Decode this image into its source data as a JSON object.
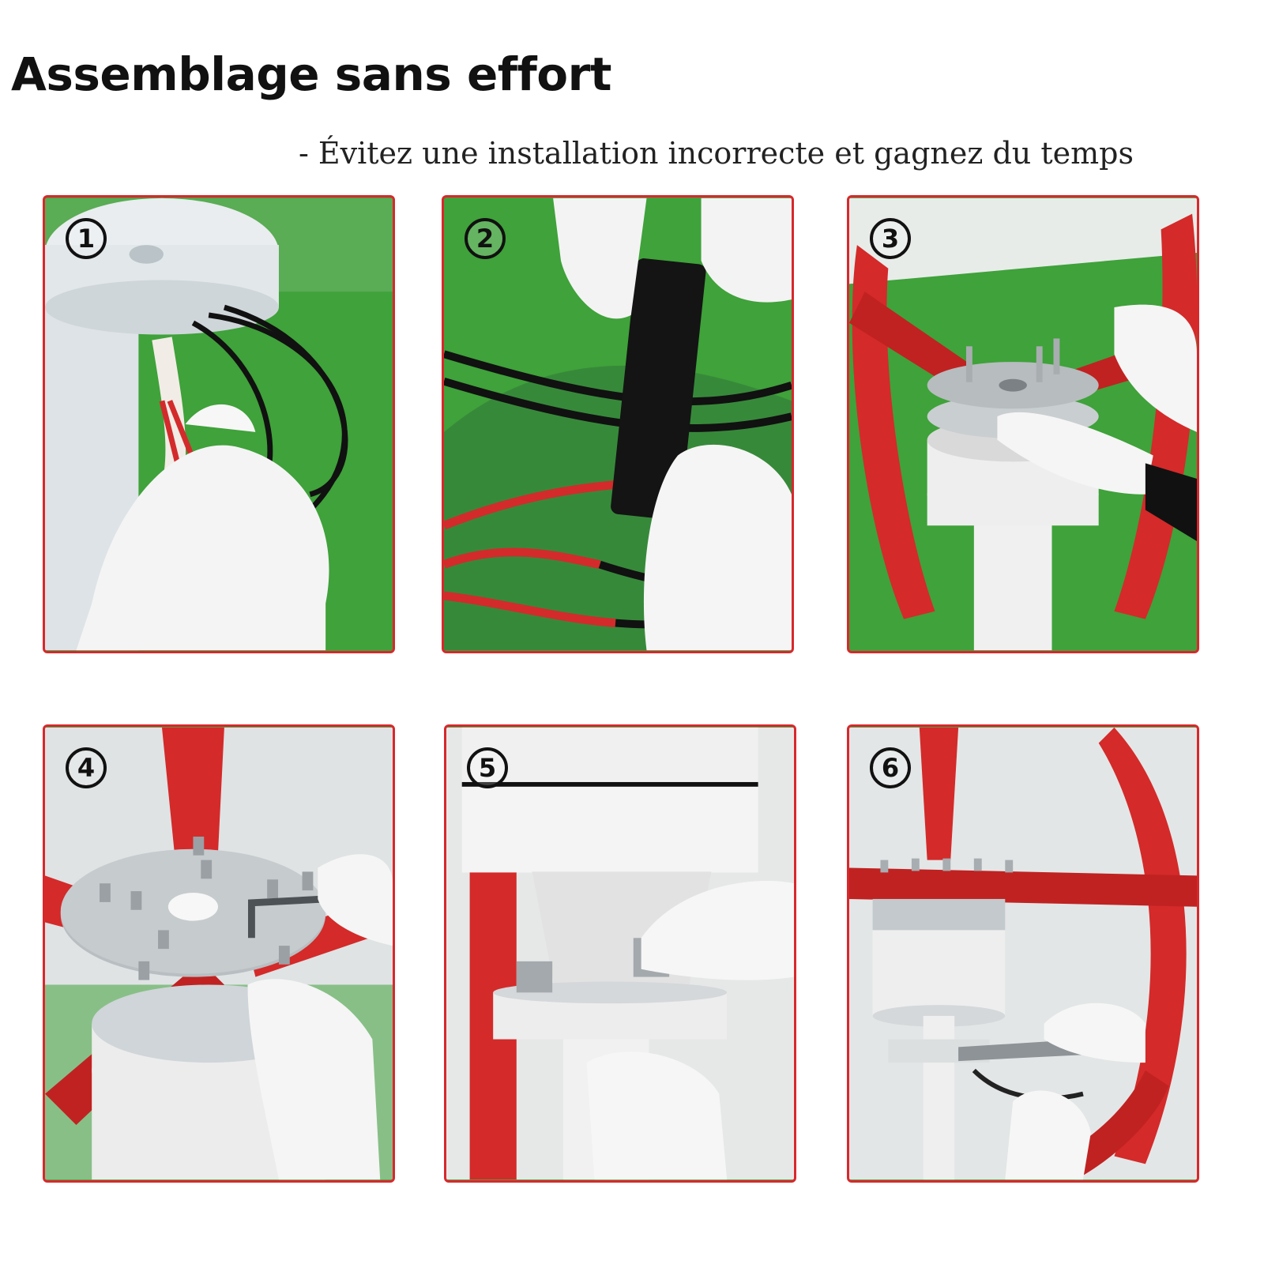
{
  "header": {
    "title": "Assemblage sans effort",
    "subtitle": "- Évitez une installation incorrecte et gagnez du temps"
  },
  "steps": [
    {
      "number": "1"
    },
    {
      "number": "2"
    },
    {
      "number": "3"
    },
    {
      "number": "4"
    },
    {
      "number": "5"
    },
    {
      "number": "6"
    }
  ],
  "colors": {
    "panel_border": "#d8282c",
    "background_green": "#3fa23a",
    "blade_red": "#d42a2a",
    "title_text": "#111111"
  }
}
